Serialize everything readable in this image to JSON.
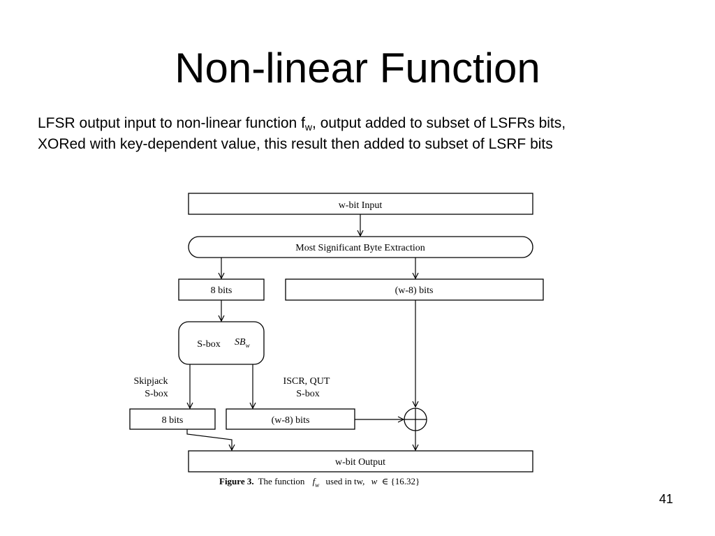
{
  "slide": {
    "title": "Non-linear Function",
    "body": {
      "part1": "LFSR output input to non-linear function f",
      "sub": "w",
      "part2": ", output added to subset of LSFRs bits,",
      "line2": "XORed with key-dependent value, this result then added to subset of LSRF bits"
    },
    "page_number": "41"
  },
  "diagram": {
    "input_box": "w-bit Input",
    "extraction_box": "Most Significant Byte Extraction",
    "left_bits_box": "8 bits",
    "right_bits_box": "(w-8) bits",
    "sbox_label": "S-box",
    "sbox_symbol": "SB",
    "sbox_symbol_sub": "w",
    "skipjack_label_1": "Skipjack",
    "skipjack_label_2": "S-box",
    "iscr_label_1": "ISCR, QUT",
    "iscr_label_2": "S-box",
    "lower_left_box": "8 bits",
    "lower_mid_box": "(w-8) bits",
    "output_box": "w-bit Output",
    "caption_bold": "Figure 3.",
    "caption_text": "The function",
    "caption_f": "f",
    "caption_f_sub": "w",
    "caption_used": "used in tw,",
    "caption_w": "w",
    "caption_set": "∈ {16.32}"
  }
}
